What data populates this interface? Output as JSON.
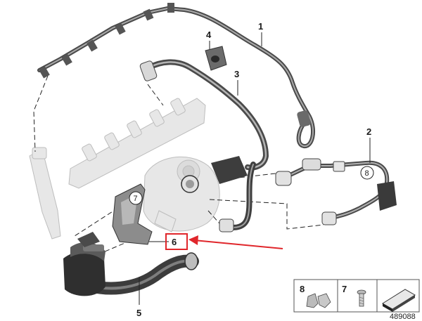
{
  "diagram": {
    "callouts": [
      {
        "id": "1",
        "label": "1"
      },
      {
        "id": "2",
        "label": "2"
      },
      {
        "id": "3",
        "label": "3"
      },
      {
        "id": "4",
        "label": "4"
      },
      {
        "id": "5",
        "label": "5"
      },
      {
        "id": "6",
        "label": "6"
      }
    ],
    "circled_refs": [
      {
        "id": "7",
        "label": "7"
      },
      {
        "id": "8",
        "label": "8"
      }
    ],
    "legend": {
      "items": [
        {
          "label": "8",
          "icon": "clip-icon"
        },
        {
          "label": "7",
          "icon": "screw-icon"
        },
        {
          "label": "",
          "icon": "gasket-icon"
        }
      ]
    },
    "image_id": "489088",
    "highlight_color": "#e0262b"
  }
}
